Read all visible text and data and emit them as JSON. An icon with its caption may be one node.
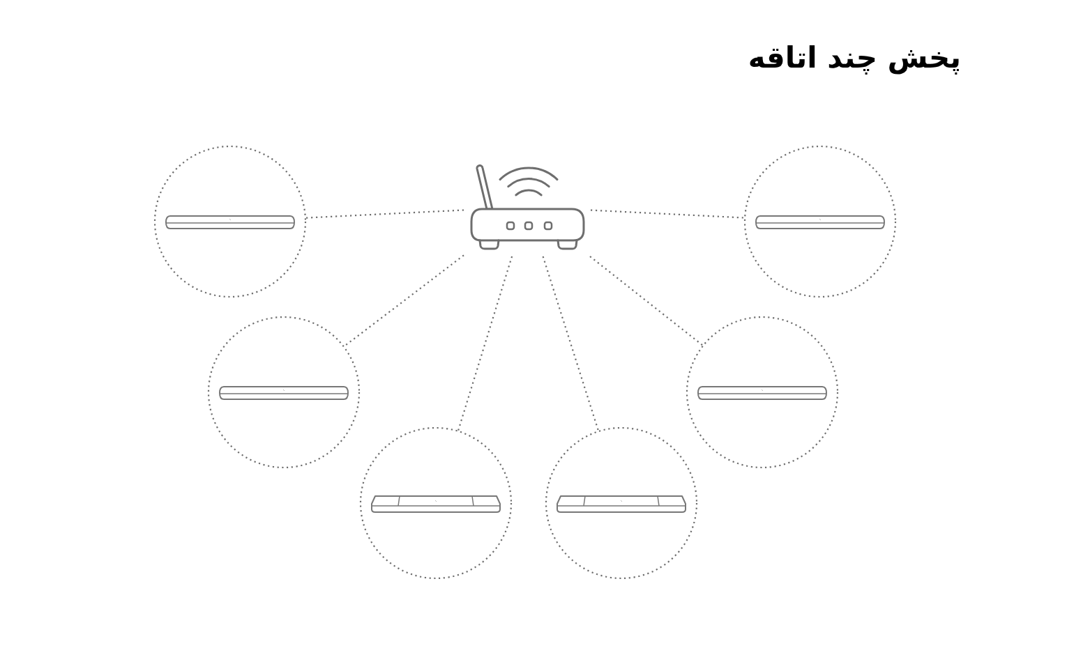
{
  "diagram": {
    "title": "پخش چند اتاقه",
    "nodes": [
      {
        "text": [],
        "shape": "picture"
      },
      {
        "text": [],
        "shape": "circle"
      },
      {
        "text": [],
        "shape": "circle"
      },
      {
        "text": [],
        "shape": "circle"
      },
      {
        "text": [],
        "shape": "circle"
      },
      {
        "text": [],
        "shape": "circle"
      },
      {
        "text": [],
        "shape": "circle"
      }
    ],
    "edges": [
      {
        "from": 0,
        "to": 1,
        "arrow": "none",
        "style": "dashed"
      },
      {
        "from": 0,
        "to": 2,
        "arrow": "none",
        "style": "dashed"
      },
      {
        "from": 0,
        "to": 3,
        "arrow": "none",
        "style": "dashed"
      },
      {
        "from": 0,
        "to": 4,
        "arrow": "none",
        "style": "dashed"
      },
      {
        "from": 0,
        "to": 5,
        "arrow": "none",
        "style": "dashed"
      },
      {
        "from": 0,
        "to": 6,
        "arrow": "none",
        "style": "dashed"
      }
    ]
  }
}
